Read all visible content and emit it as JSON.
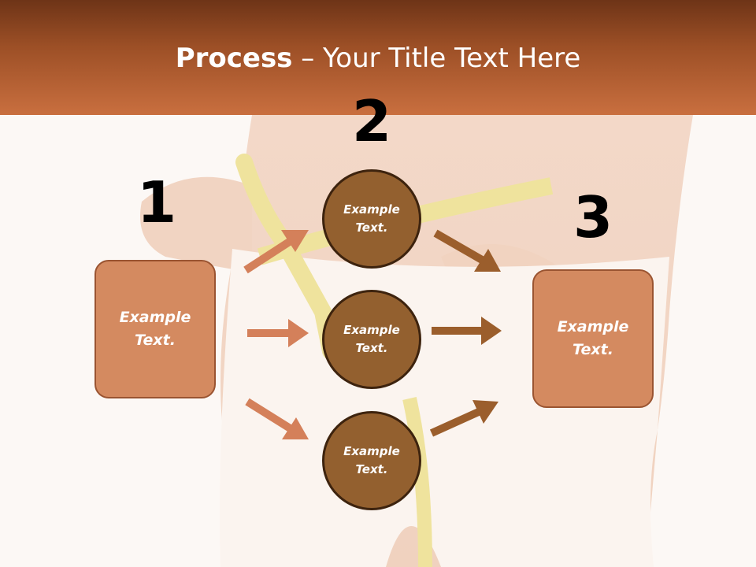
{
  "slide": {
    "title_bold": "Process",
    "title_rest": " – Your Title Text Here"
  },
  "steps": [
    {
      "number": "1",
      "label": "Example Text."
    },
    {
      "number": "2",
      "label": "Example Text."
    },
    {
      "number": "3",
      "label": "Example Text."
    }
  ],
  "circles": [
    {
      "label": "Example Text."
    },
    {
      "label": "Example Text."
    },
    {
      "label": "Example Text."
    }
  ],
  "colors": {
    "header_dark": "#6e3417",
    "header_light": "#c96f3f",
    "box_fill": "#d48a60",
    "circle_fill": "#93602f",
    "arrow_left": "#d4805a",
    "arrow_right": "#9b5e2c"
  }
}
